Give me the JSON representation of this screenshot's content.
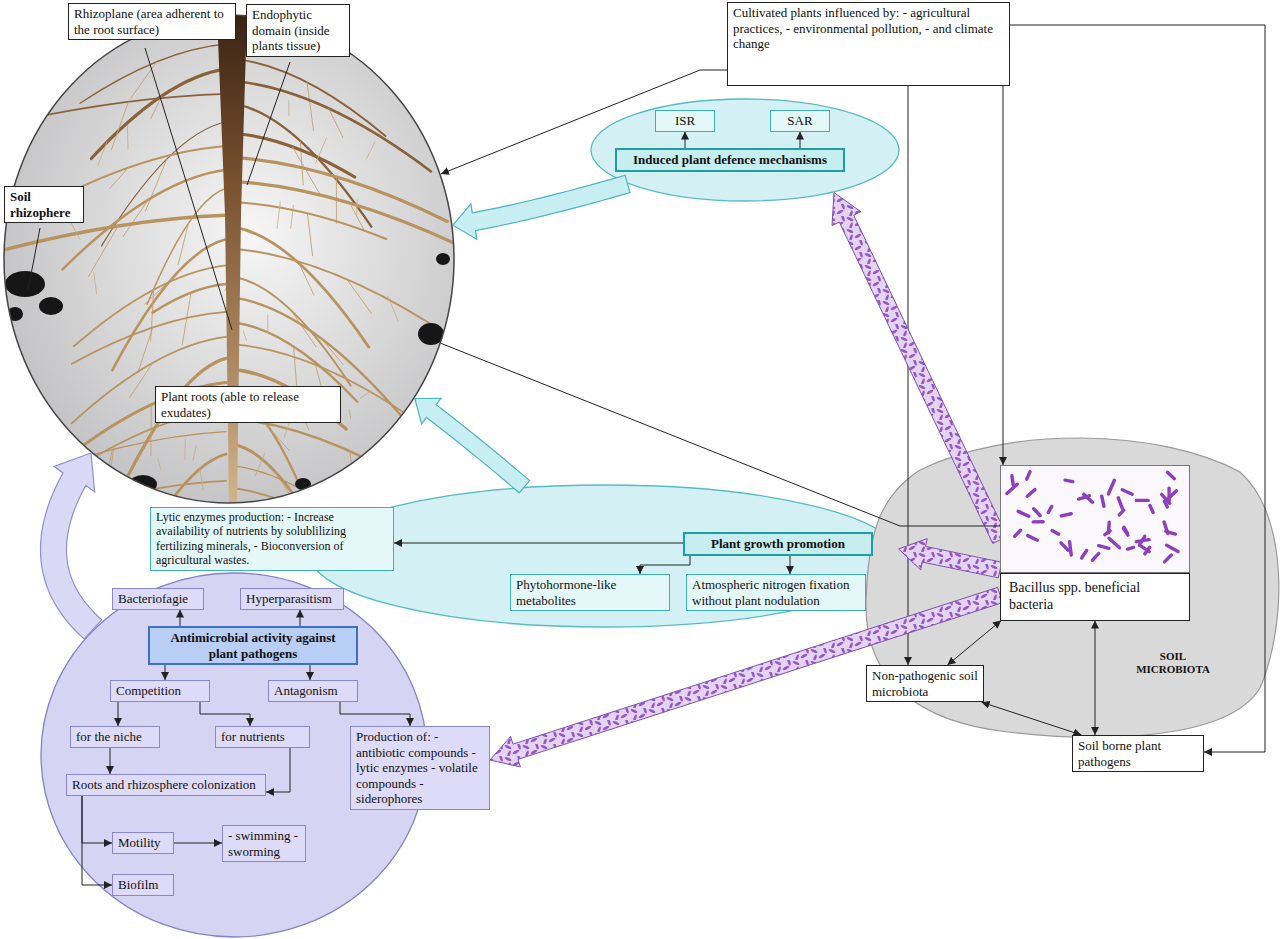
{
  "diagram": {
    "nodes": [
      {
        "text": [
          "Rhizoplane (area adherent to the root surface)"
        ]
      },
      {
        "text": [
          "Endophytic domain (inside plants tissue)"
        ]
      },
      {
        "text": [
          "Cultivated plants influenced by: - agricultural practices, - environmental pollution, - and climate change"
        ]
      },
      {
        "text": []
      },
      {
        "text": [
          "Soil rhizophere"
        ],
        "in": 3
      },
      {
        "text": [
          "Plant roots (able to release exudates)"
        ],
        "in": 3
      },
      {
        "text": []
      },
      {
        "text": [
          "ISR"
        ],
        "in": 6
      },
      {
        "text": [
          "SAR"
        ],
        "in": 6
      },
      {
        "text": [
          "Induced plant defence mechanisms"
        ],
        "in": 6
      },
      {
        "text": []
      },
      {
        "text": [
          "Lytic enzymes production: - Increase availability of nutrients by solublilizing fertilizing minerals, - Bioconversion of agricultural wastes."
        ],
        "in": 10
      },
      {
        "text": [
          "Plant growth promotion"
        ],
        "in": 10
      },
      {
        "text": [
          "Phytohormone-like metabolites"
        ],
        "in": 10
      },
      {
        "text": [
          "Atmospheric nitrogen fixation without plant nodulation"
        ],
        "in": 10
      },
      {
        "text": [
          "SOIL MICROBIOTA"
        ]
      },
      {
        "text": [
          "Bacillus spp. beneficial bacteria"
        ],
        "in": 15
      },
      {
        "text": [
          "Non-pathogenic soil microbiota"
        ],
        "in": 15
      },
      {
        "text": [
          "Soil borne plant pathogens"
        ],
        "in": 15
      },
      {
        "text": []
      },
      {
        "text": [
          "Bacteriofagie"
        ],
        "in": 19
      },
      {
        "text": [
          "Hyperparasitism"
        ],
        "in": 19
      },
      {
        "text": [
          "Antimicrobial activity against plant pathogens"
        ],
        "in": 19
      },
      {
        "text": [
          "Competition"
        ],
        "in": 19
      },
      {
        "text": [
          "Antagonism"
        ],
        "in": 19
      },
      {
        "text": [
          "for the niche"
        ],
        "in": 19
      },
      {
        "text": [
          "for nutrients"
        ],
        "in": 19
      },
      {
        "text": [
          "Production of: - antibiotic compounds - lytic enzymes - volatile compounds - siderophores"
        ],
        "in": 19
      },
      {
        "text": [
          "Roots and rhizosphere colonization"
        ],
        "in": 19
      },
      {
        "text": [
          "Motility"
        ],
        "in": 19
      },
      {
        "text": [
          "- swimming - sworming"
        ],
        "in": 19
      },
      {
        "text": [
          "Biofilm"
        ],
        "in": 19
      }
    ],
    "edges": [
      {
        "from": 2,
        "to": 3,
        "arrow": "to"
      },
      {
        "from": 2,
        "to": 17,
        "arrow": "to"
      },
      {
        "from": 2,
        "to": 16,
        "arrow": "to"
      },
      {
        "from": 2,
        "to": 18,
        "arrow": "to"
      },
      {
        "from": 9,
        "to": 7,
        "arrow": "to"
      },
      {
        "from": 9,
        "to": 8,
        "arrow": "to"
      },
      {
        "from": 6,
        "to": 3,
        "arrow": "to"
      },
      {
        "from": 16,
        "to": 6,
        "arrow": "to"
      },
      {
        "from": 12,
        "to": 11,
        "arrow": "to"
      },
      {
        "from": 12,
        "to": 13,
        "arrow": "to"
      },
      {
        "from": 12,
        "to": 14,
        "arrow": "to"
      },
      {
        "from": 10,
        "to": 3,
        "arrow": "to"
      },
      {
        "from": 16,
        "to": 10,
        "arrow": "to"
      },
      {
        "from": 16,
        "to": 3,
        "arrow": "none"
      },
      {
        "from": 16,
        "to": 17,
        "arrow": "both"
      },
      {
        "from": 16,
        "to": 18,
        "arrow": "both"
      },
      {
        "from": 17,
        "to": 18,
        "arrow": "both"
      },
      {
        "from": 16,
        "to": 27,
        "arrow": "to"
      },
      {
        "from": 19,
        "to": 3,
        "arrow": "to"
      },
      {
        "from": 22,
        "to": 20,
        "arrow": "to"
      },
      {
        "from": 22,
        "to": 21,
        "arrow": "to"
      },
      {
        "from": 22,
        "to": 23,
        "arrow": "to"
      },
      {
        "from": 22,
        "to": 24,
        "arrow": "to"
      },
      {
        "from": 23,
        "to": 25,
        "arrow": "to"
      },
      {
        "from": 23,
        "to": 26,
        "arrow": "to"
      },
      {
        "from": 24,
        "to": 27,
        "arrow": "to"
      },
      {
        "from": 25,
        "to": 28,
        "arrow": "to"
      },
      {
        "from": 26,
        "to": 28,
        "arrow": "to"
      },
      {
        "from": 28,
        "to": 29,
        "arrow": "to"
      },
      {
        "from": 28,
        "to": 31,
        "arrow": "to"
      },
      {
        "from": 29,
        "to": 30,
        "arrow": "to"
      }
    ]
  }
}
